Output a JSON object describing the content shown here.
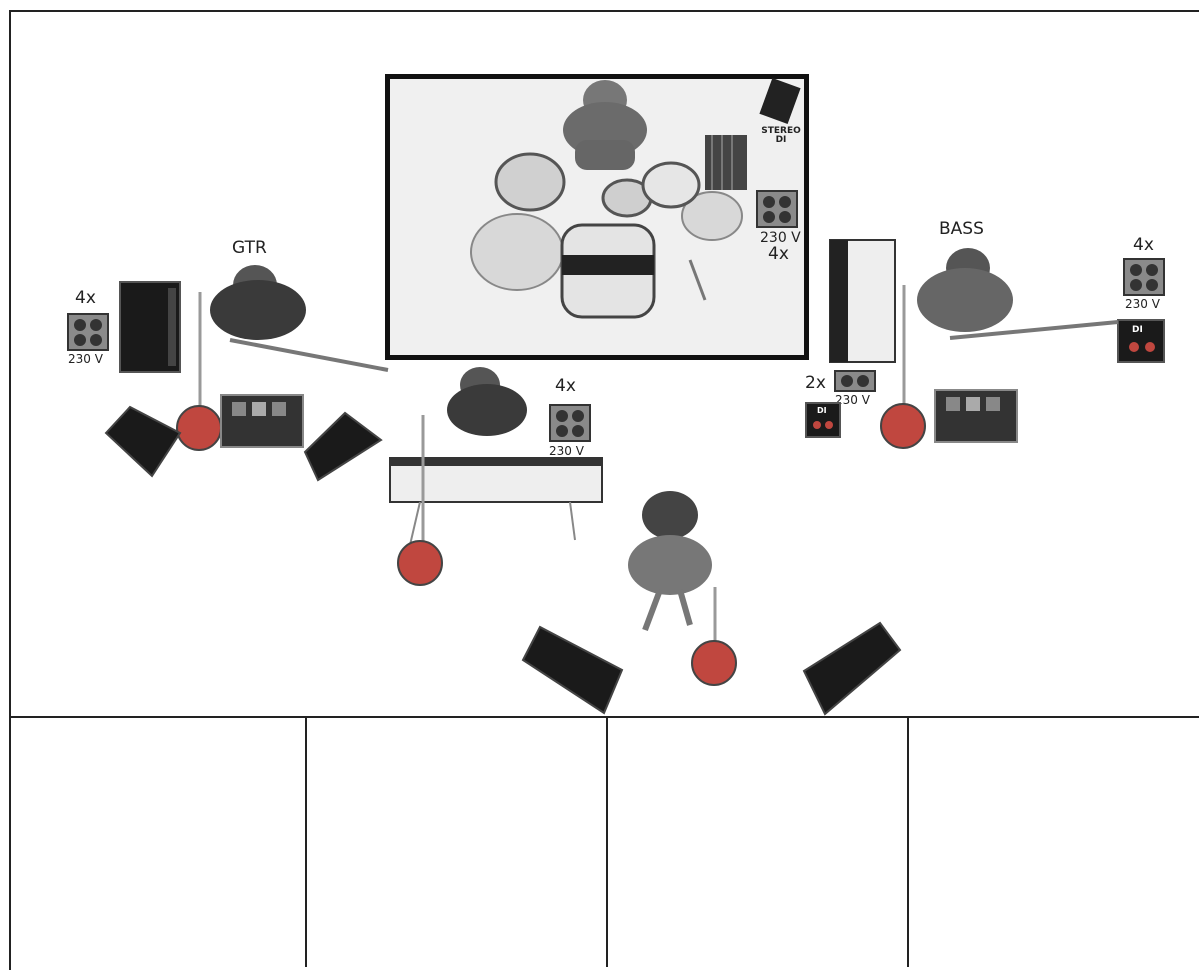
{
  "labels": {
    "gtr": "GTR",
    "bass": "BASS",
    "gtr_power_count": "4x",
    "gtr_power_voltage": "230 V",
    "keys_power_count": "4x",
    "keys_power_voltage": "230 V",
    "drum_power_voltage": "230 V",
    "drum_power_count": "4x",
    "stereo_di_label": "STEREO\nDI",
    "bass_power_count": "4x",
    "bass_power_voltage": "230 V",
    "synth_power_count": "2x",
    "synth_power_voltage": "230 V",
    "di_box_text": "DI"
  },
  "colors": {
    "line": "#222222",
    "riser_fill": "#f0f0f0",
    "mic_stand": "#c0473f",
    "monitor": "#1a1a1a",
    "person": "#6b6b6b",
    "amp": "#111111",
    "outlet": "#8a8a8a"
  },
  "icons": [
    "drummer-figure",
    "drum-kit",
    "stereo-di-icon",
    "guitarist-figure",
    "guitar-amp",
    "bassist-figure",
    "bass-amp-di",
    "keyboardist-figure",
    "keyboard",
    "synth-keyboard",
    "singer-figure",
    "mic-stand",
    "wedge-monitor",
    "pedalboard",
    "power-outlet-icon"
  ]
}
